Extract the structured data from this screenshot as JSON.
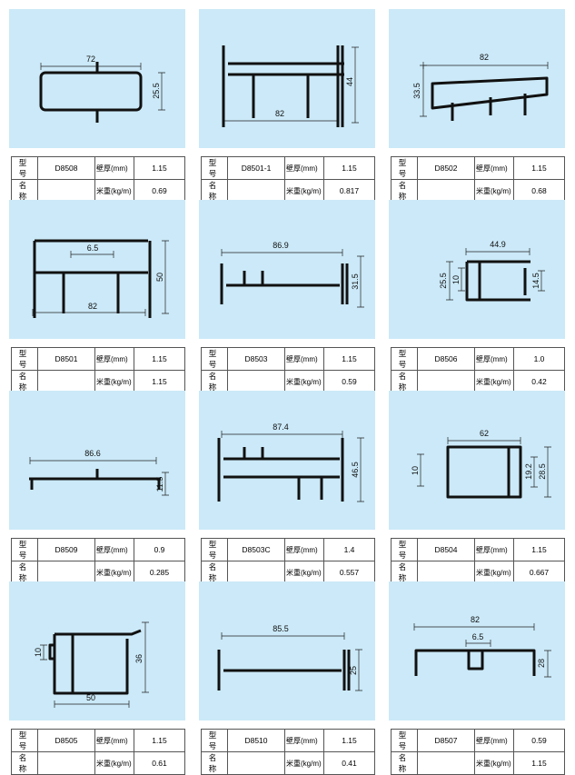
{
  "labels": {
    "model": "型 号",
    "name": "名 称",
    "wall": "壁厚(mm)",
    "weight": "米重(kg/m)"
  },
  "items": [
    {
      "model": "D8508",
      "wall": "1.15",
      "weight": "0.69",
      "dims": [
        "72",
        "25.5"
      ]
    },
    {
      "model": "D8501-1",
      "wall": "1.15",
      "weight": "0.817",
      "dims": [
        "44",
        "82"
      ]
    },
    {
      "model": "D8502",
      "wall": "1.15",
      "weight": "0.68",
      "dims": [
        "82",
        "33.5"
      ]
    },
    {
      "model": "D8501",
      "wall": "1.15",
      "weight": "1.15",
      "dims": [
        "6.5",
        "50",
        "82"
      ]
    },
    {
      "model": "D8503",
      "wall": "1.15",
      "weight": "0.59",
      "dims": [
        "86.9",
        "31.5"
      ]
    },
    {
      "model": "D8506",
      "wall": "1.0",
      "weight": "0.42",
      "dims": [
        "44.9",
        "25.5",
        "10",
        "14.5"
      ]
    },
    {
      "model": "D8509",
      "wall": "0.9",
      "weight": "0.285",
      "dims": [
        "86.6",
        "11.5"
      ]
    },
    {
      "model": "D8503C",
      "wall": "1.4",
      "weight": "0.557",
      "dims": [
        "87.4",
        "46.5"
      ]
    },
    {
      "model": "D8504",
      "wall": "1.15",
      "weight": "0.667",
      "dims": [
        "62",
        "10",
        "19.2",
        "28.5"
      ]
    },
    {
      "model": "D8505",
      "wall": "1.15",
      "weight": "0.61",
      "dims": [
        "10",
        "36",
        "50"
      ]
    },
    {
      "model": "D8510",
      "wall": "1.15",
      "weight": "0.41",
      "dims": [
        "85.5",
        "25"
      ]
    },
    {
      "model": "D8507",
      "wall": "0.59",
      "weight": "1.15",
      "dims": [
        "82",
        "6.5",
        "28"
      ]
    }
  ]
}
